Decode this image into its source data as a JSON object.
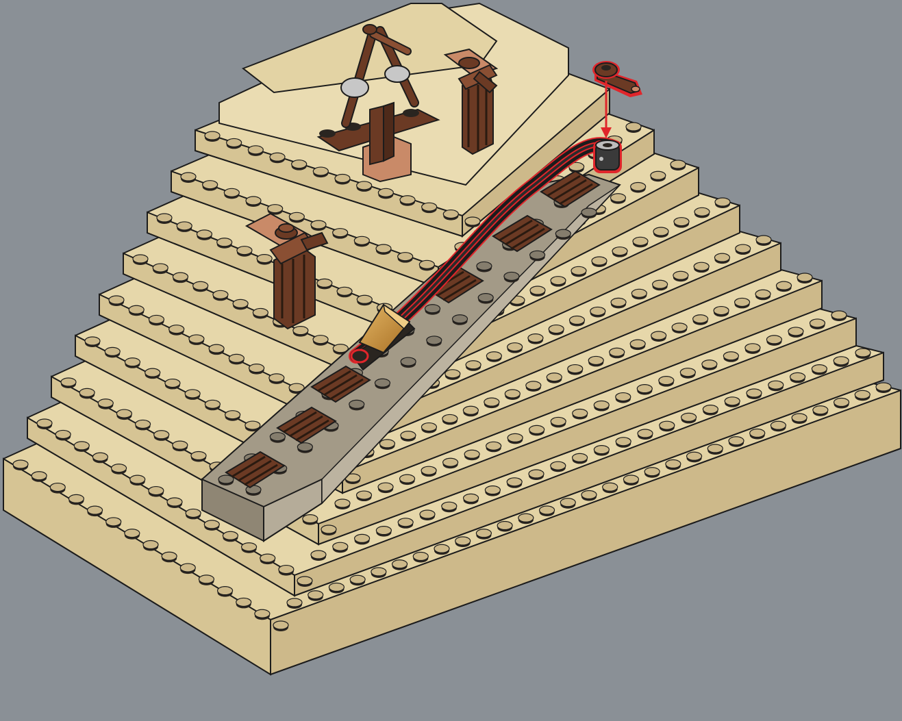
{
  "scene": {
    "colors": {
      "background": "#8a9096",
      "tan": "#e3d3a4",
      "tan_top": "#eadcb2",
      "tan_side": "#cdb98a",
      "tan_dark": "#b9a677",
      "outline": "#1c1c1c",
      "gray_slope": "#a39a87",
      "gray_slope_light": "#bcb3a0",
      "gray_stud": "#857d6d",
      "brown": "#6b3a24",
      "brown_light": "#8a4f33",
      "orange_plate": "#c98a68",
      "gold": "#c9913e",
      "highlight": "#e0262b",
      "rail": "#2b2b2b",
      "stud_dark": "#2a2520"
    },
    "icons": [
      "pyramid-model",
      "catapult-frame",
      "pillar-left",
      "pillar-right",
      "slope-ramp",
      "rail-track",
      "gold-pyramid-cart",
      "winch-drum",
      "crank-handle",
      "insert-arrow"
    ]
  }
}
